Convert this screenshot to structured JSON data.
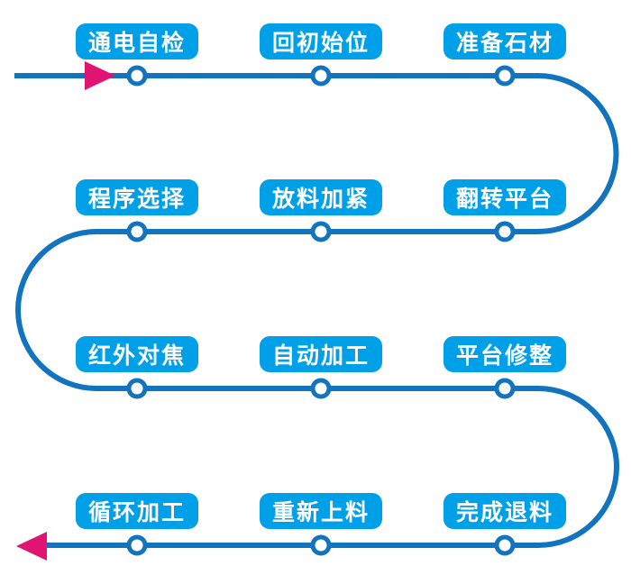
{
  "diagram": {
    "type": "serpentine-flowchart",
    "background": "#ffffff",
    "colors": {
      "path_blue": "#1273BF",
      "box_blue": "#00A0E9",
      "box_text": "#ffffff",
      "arrow_magenta": "#E01472",
      "node_fill": "#ffffff"
    },
    "rows": [
      {
        "labels": [
          "通电自检",
          "回初始位",
          "准备石材"
        ]
      },
      {
        "labels": [
          "程序选择",
          "放料加紧",
          "翻转平台"
        ]
      },
      {
        "labels": [
          "红外对焦",
          "自动加工",
          "平台修整"
        ]
      },
      {
        "labels": [
          "循环加工",
          "重新上料",
          "完成退料"
        ]
      }
    ],
    "flow_sequence": [
      "通电自检",
      "回初始位",
      "准备石材",
      "翻转平台",
      "放料加紧",
      "程序选择",
      "红外对焦",
      "自动加工",
      "平台修整",
      "完成退料",
      "重新上料",
      "循环加工"
    ]
  }
}
